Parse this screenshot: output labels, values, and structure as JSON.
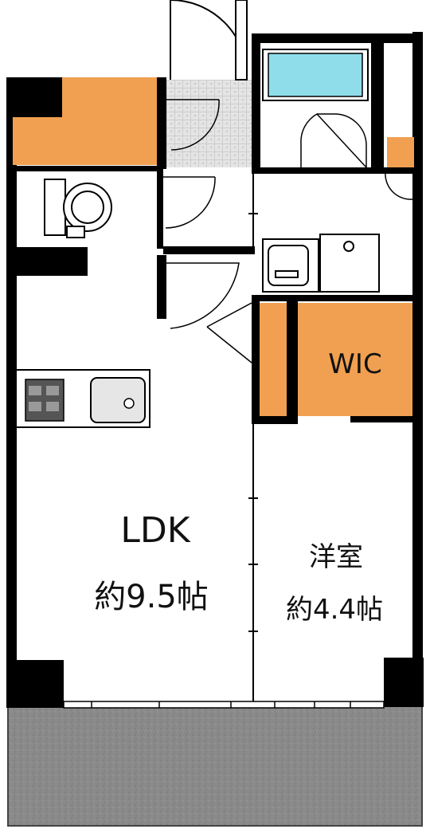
{
  "rooms": {
    "ldk": {
      "name": "LDK",
      "area": "約9.5帖"
    },
    "western": {
      "name": "洋室",
      "area": "約4.4帖"
    },
    "wic": {
      "name": "WIC"
    }
  },
  "colors": {
    "wall": "#000000",
    "storage": "#F0A050",
    "bathtub": "#8FDDEB",
    "entrance_tile": "#DDDDDD",
    "balcony": "#8C8C8C",
    "fixture_fill": "#E6E6E6"
  },
  "icons": [
    "toilet-icon",
    "bathtub-icon",
    "washbasin-icon",
    "washer-pan-icon",
    "stove-icon",
    "sink-icon"
  ]
}
